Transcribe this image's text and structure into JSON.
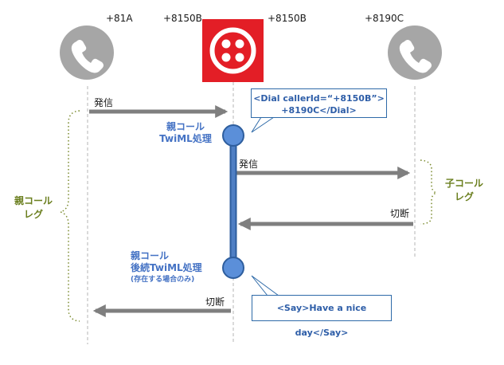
{
  "endpoints": {
    "left_number": "+81A",
    "center_left_number": "+8150B",
    "center_right_number": "+8150B",
    "right_number": "+8190C"
  },
  "messages": {
    "outgoing_call_1": "発信",
    "outgoing_call_2": "発信",
    "hangup_1": "切断",
    "hangup_2": "切断"
  },
  "labels": {
    "parent_call_line1": "親コール",
    "parent_call_line2": "TwiML処理",
    "parent_followup_line1": "親コール",
    "parent_followup_line2": "後続TwiML処理",
    "parent_followup_note": "(存在する場合のみ)",
    "parent_leg_line1": "親コール",
    "parent_leg_line2": "レグ",
    "child_leg_line1": "子コール",
    "child_leg_line2": "レグ"
  },
  "callouts": {
    "dial_line1": "<Dial callerId=“+8150B”>",
    "dial_line2": "+8190C</Dial>",
    "say": "<Say>Have  a nice day</Say>"
  },
  "colors": {
    "phone_circle": "#a6a6a6",
    "twilio_red": "#e31e26",
    "arrow_gray": "#7f7f7f",
    "lifeline_blue": "#2e5e9e",
    "node_blue": "#5b8fd9",
    "label_blue": "#4472c4",
    "leg_green": "#6b7f1f"
  },
  "icons": {
    "left_phone": "phone-icon",
    "right_phone": "phone-icon",
    "twilio_logo": "twilio-logo-icon"
  }
}
